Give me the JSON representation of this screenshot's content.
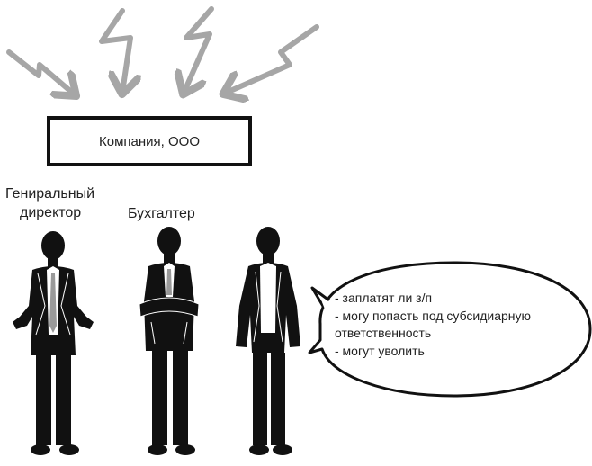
{
  "company": {
    "label": "Компания, ООО"
  },
  "people": {
    "ceo_label_line1": "Гениральный",
    "ceo_label_line2": "директор",
    "accountant_label": "Бухгалтер"
  },
  "speech_bubble": {
    "lines": [
      "- заплатят ли з/п",
      "- могу попасть под субсидиарную",
      "ответственность",
      "- могут уволить"
    ]
  },
  "colors": {
    "arrow": "#a6a6a6",
    "ink": "#111111",
    "shirt": "#ffffff",
    "tie": "#9a9a9a"
  },
  "icons": [
    "lightning-arrow-icon",
    "person-figure-icon",
    "speech-bubble-icon"
  ]
}
